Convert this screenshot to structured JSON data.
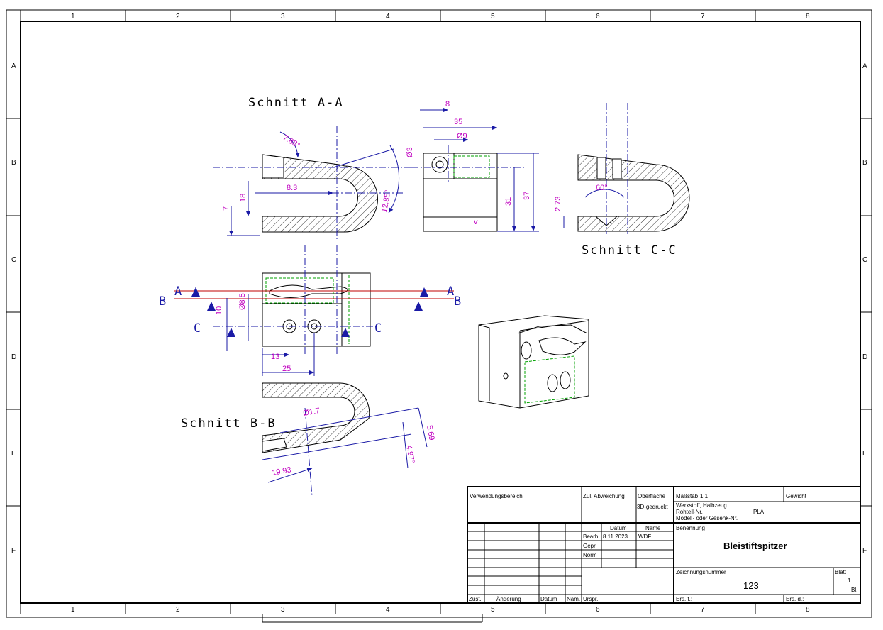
{
  "sheet": {
    "columns": [
      "1",
      "2",
      "3",
      "4",
      "5",
      "6",
      "7",
      "8"
    ],
    "rows": [
      "A",
      "B",
      "C",
      "D",
      "E",
      "F"
    ]
  },
  "views": {
    "section_aa": "Schnitt A-A",
    "section_bb": "Schnitt B-B",
    "section_cc": "Schnitt C-C",
    "cut_letters": {
      "a": "A",
      "b": "B",
      "c": "C"
    }
  },
  "dimensions": {
    "angle_788": "7.88°",
    "angle_1285": "12.85°",
    "d_83": "8.3",
    "d_18": "18",
    "d_7": "7",
    "d_8": "8",
    "d_35": "35",
    "d_o9": "Ø9",
    "d_o3": "Ø3",
    "d_31": "31",
    "d_37": "37",
    "angle_60": "60°",
    "d_273": "2.73",
    "d_o85": "Ø8.5",
    "d_10": "10",
    "d_13": "13",
    "d_25": "25",
    "d_o17": "Ø1.7",
    "d_569": "5.69",
    "angle_497": "4.97°",
    "d_1993": "19.93",
    "surface_v": "v"
  },
  "title_block": {
    "verwendungsbereich": "Verwendungsbereich",
    "zul_abweichung": "Zul. Abweichung",
    "oberflaeche": "Oberfläche",
    "oberflaeche_value": "3D-gedruckt",
    "massstab_label": "Maßstab",
    "massstab_value": "1:1",
    "gewicht_label": "Gewicht",
    "werkstoff_label": "Werkstoff, Halbzeug",
    "rohteil_label": "Rohteil-Nr.",
    "werkstoff_value": "PLA",
    "modell_label": "Modell- oder Gesenk-Nr.",
    "datum_label": "Datum",
    "name_label": "Name",
    "bearb_label": "Bearb.",
    "bearb_date": "8.11.2023",
    "bearb_name": "WDF",
    "gepr_label": "Gepr.",
    "norm_label": "Norm",
    "benennung_label": "Benennung",
    "benennung_value": "Bleistiftspitzer",
    "zeichnungsnummer_label": "Zeichnungsnummer",
    "zeichnungsnummer_value": "123",
    "blatt_label": "Blatt",
    "blatt_value": "1",
    "blatt_count": "Bl.",
    "zust_label": "Zust.",
    "aenderung_label": "Änderung",
    "datum2_label": "Datum",
    "name2_label": "Nam.",
    "urspr_label": "Urspr.",
    "ers_f_label": "Ers. f.:",
    "ers_d_label": "Ers. d.:"
  }
}
